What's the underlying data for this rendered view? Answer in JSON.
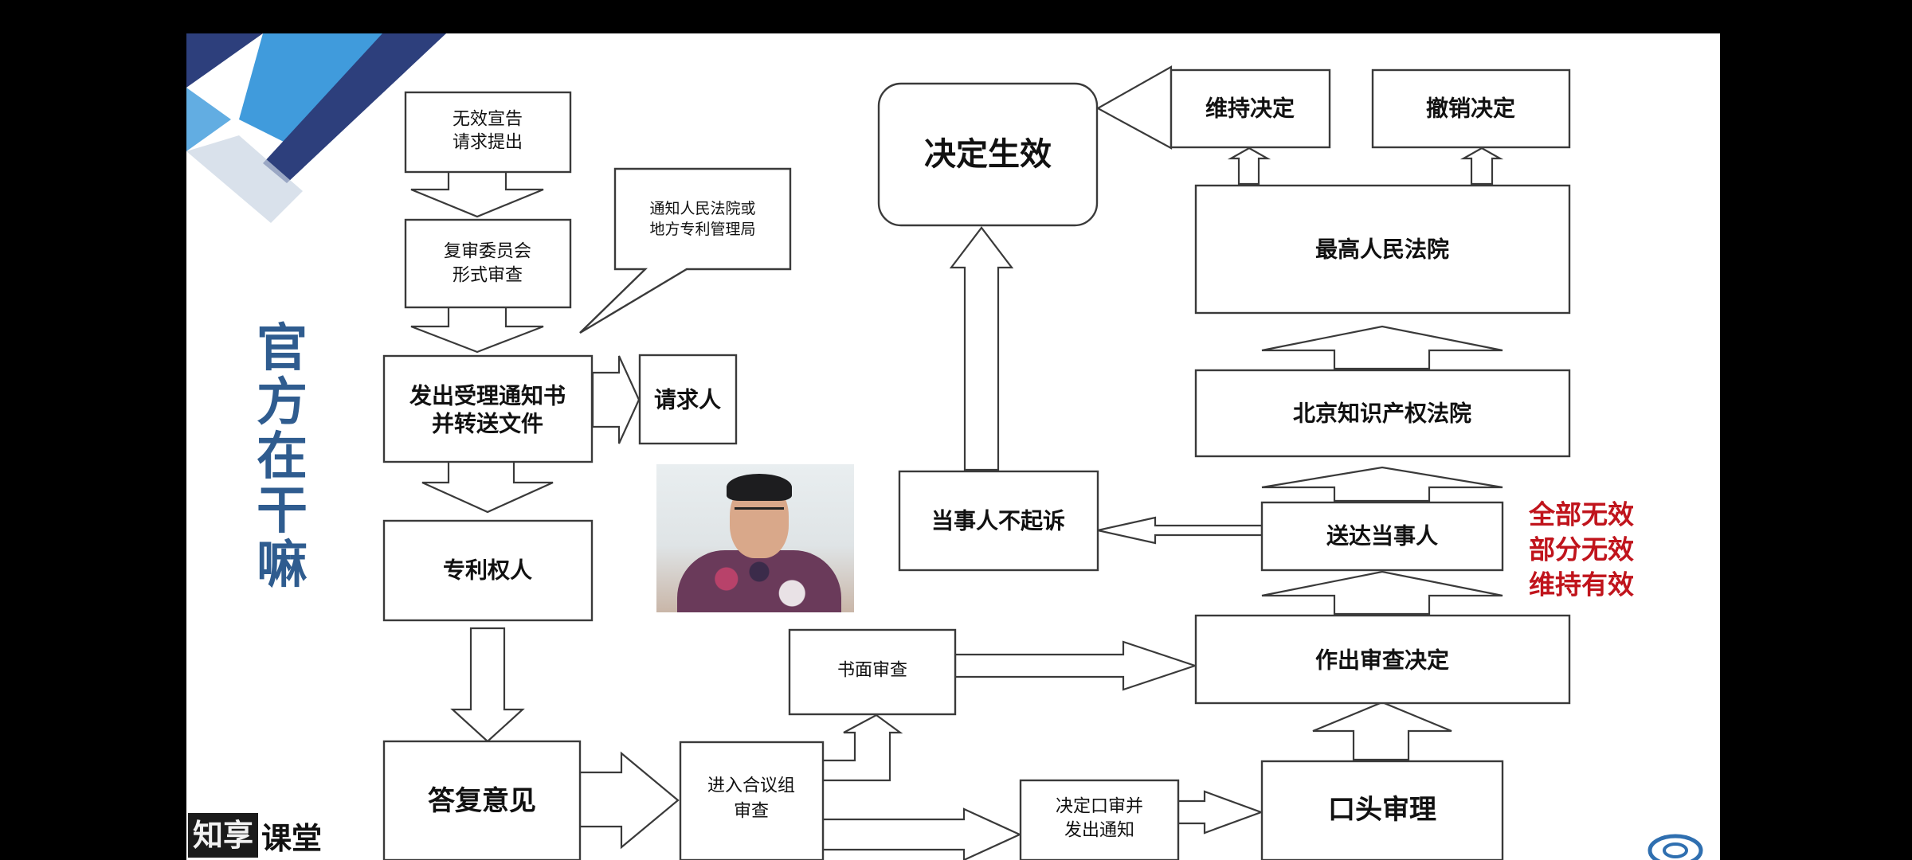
{
  "side_title": "官方在干嘛",
  "nodes": {
    "request": [
      "无效宣告",
      "请求提出"
    ],
    "formal_review": [
      "复审委员会",
      "形式审查"
    ],
    "notify_callout": [
      "通知人民法院或",
      "地方专利管理局"
    ],
    "accept_notice": [
      "发出受理通知书",
      "并转送文件"
    ],
    "requester": "请求人",
    "patentee": "专利权人",
    "reply": "答复意见",
    "panel_review": [
      "进入合议组",
      "审查"
    ],
    "written_review": "书面审查",
    "oral_decision": [
      "决定口审并",
      "发出通知"
    ],
    "oral_hearing": "口头审理",
    "decision": "作出审查决定",
    "deliver": "送达当事人",
    "no_appeal": "当事人不起诉",
    "ip_court": "北京知识产权法院",
    "supreme_court": "最高人民法院",
    "maintain": "维持决定",
    "revoke": "撤销决定",
    "effective": "决定生效"
  },
  "outcomes": [
    "全部无效",
    "部分无效",
    "维持有效"
  ],
  "logo": {
    "dark": "知享",
    "light": "课堂"
  },
  "colors": {
    "side_title": "#2f5c8f",
    "outcomes": "#c0141c",
    "background": "#000000",
    "slide": "#ffffff"
  }
}
